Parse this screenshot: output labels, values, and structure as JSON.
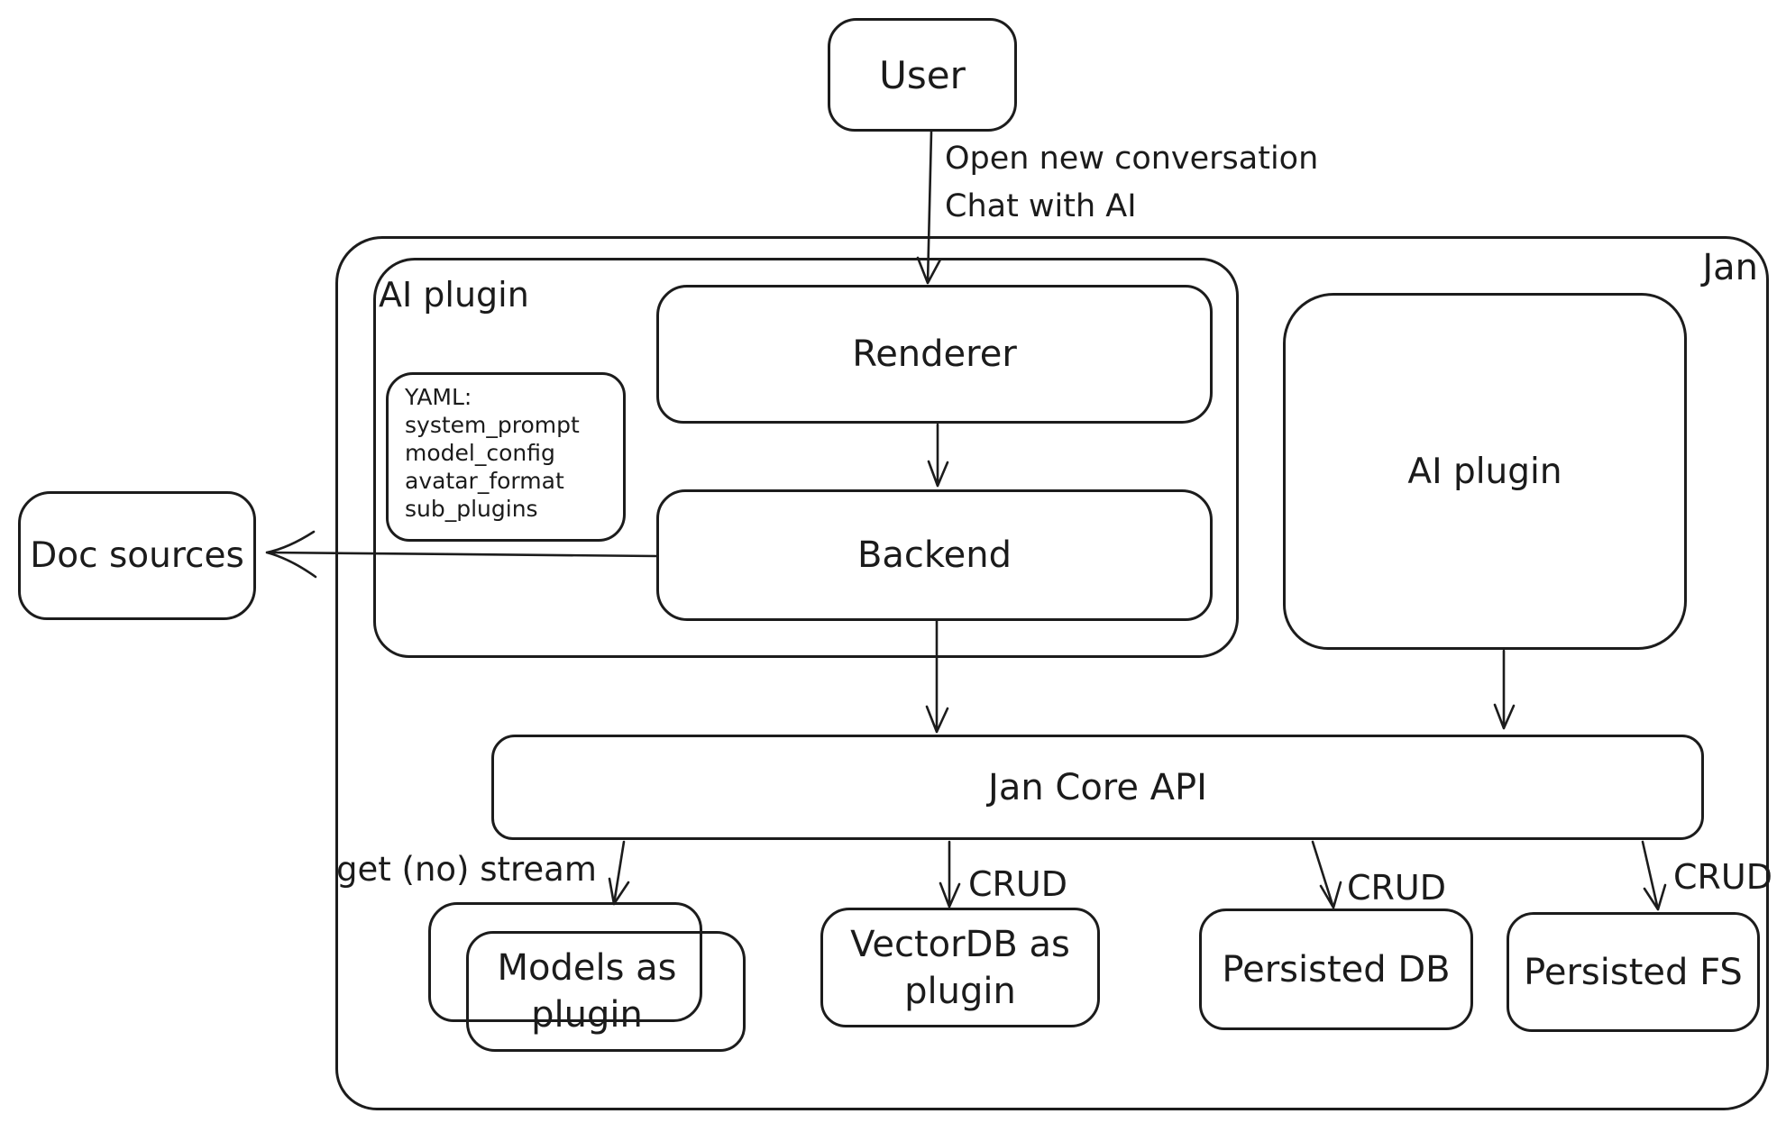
{
  "diagram": {
    "colors": {
      "stroke": "#1c1c1c",
      "background": "#ffffff"
    },
    "nodes": {
      "user": "User",
      "jan_container": "Jan",
      "ai_plugin_group": "AI plugin",
      "renderer": "Renderer",
      "backend": "Backend",
      "yaml_note": "YAML:\nsystem_prompt\nmodel_config\navatar_format\nsub_plugins",
      "doc_sources": "Doc sources",
      "ai_plugin_right": "AI plugin",
      "jan_core_api": "Jan Core API",
      "models_as_plugin": "Models as\nplugin",
      "vectordb_as_plugin": "VectorDB as\nplugin",
      "persisted_db": "Persisted DB",
      "persisted_fs": "Persisted FS"
    },
    "edges": {
      "user_to_renderer_label": "Open new conversation\nChat with AI",
      "core_to_models_label": "get (no) stream",
      "core_to_vectordb_label": "CRUD",
      "core_to_persisted_db_label": "CRUD",
      "core_to_persisted_fs_label": "CRUD"
    }
  }
}
